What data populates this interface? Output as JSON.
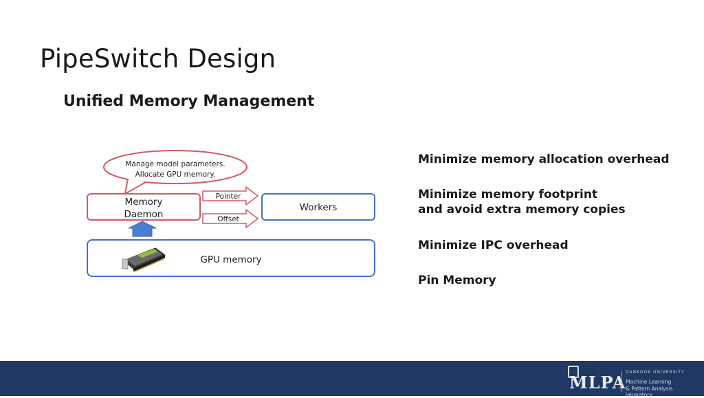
{
  "slide": {
    "title": "PipeSwitch Design",
    "subtitle": "Unified Memory Management"
  },
  "bullets": [
    {
      "lines": [
        "Minimize memory allocation overhead"
      ]
    },
    {
      "lines": [
        "Minimize memory footprint",
        "and avoid extra memory copies"
      ]
    },
    {
      "lines": [
        "Minimize IPC overhead"
      ]
    },
    {
      "lines": [
        "Pin Memory"
      ]
    }
  ],
  "diagram": {
    "callout_line1": "Manage model parameters.",
    "callout_line2": "Allocate GPU memory.",
    "daemon_line1": "Memory",
    "daemon_line2": "Daemon",
    "pointer_label": "Pointer",
    "offset_label": "Offset",
    "workers_label": "Workers",
    "gpu_memory_label": "GPU memory",
    "colors": {
      "red_outline": "#d05a67",
      "blue_outline": "#4472c4",
      "up_arrow": "#4a7fd0"
    }
  },
  "footer": {
    "logo_text": "MLPA",
    "university": "DANKOOK UNIVERSITY",
    "lab_line1": "Machine Learning",
    "lab_line2": "& Pattern Analysis laboratory",
    "bar_color": "#1f3864"
  }
}
